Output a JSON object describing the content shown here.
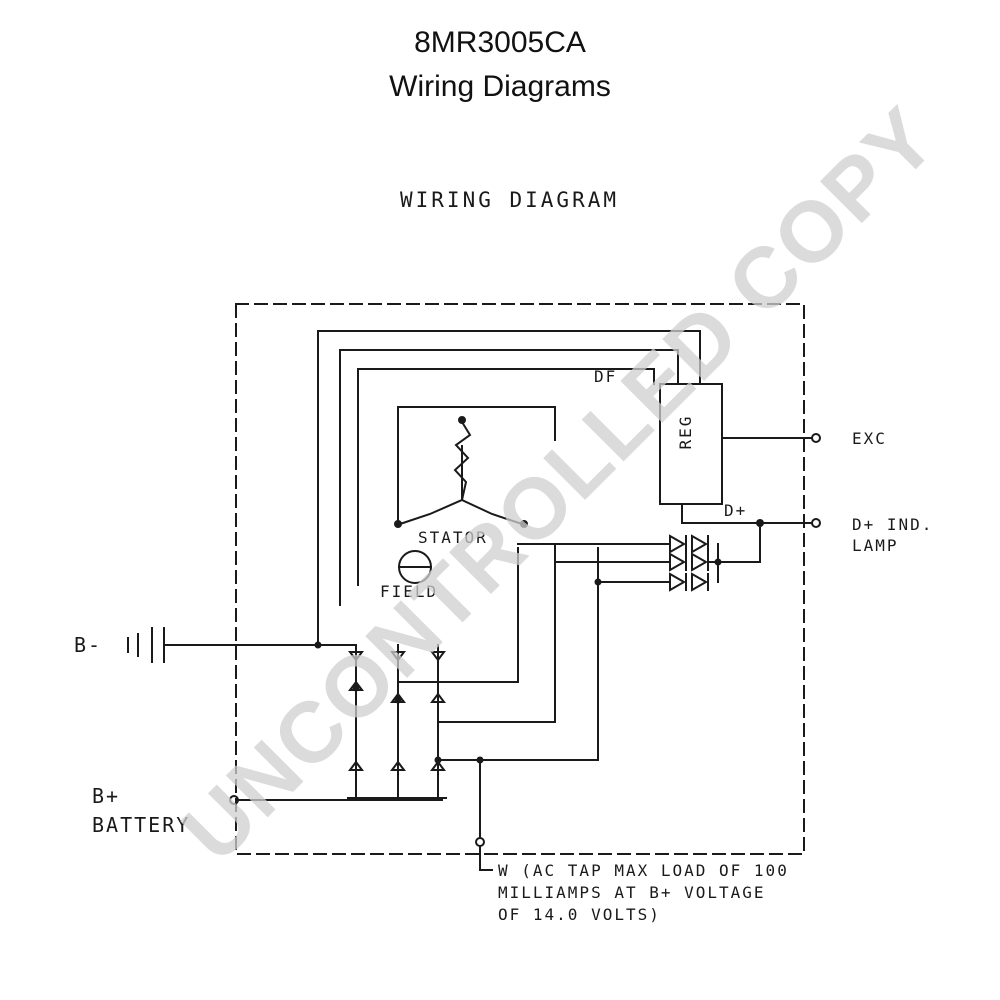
{
  "header": {
    "model": "8MR3005CA",
    "subtitle": "Wiring Diagrams"
  },
  "diagram": {
    "title": "WIRING DIAGRAM",
    "labels": {
      "df": "DF",
      "reg": "REG",
      "d_plus": "D+",
      "stator": "STATOR",
      "field": "FIELD",
      "exc": "EXC",
      "d_plus_ind": "D+ IND.",
      "lamp": "LAMP",
      "b_minus": "B-",
      "b_plus": "B+",
      "battery": "BATTERY",
      "w_note_1": "W (AC TAP MAX LOAD OF 100",
      "w_note_2": "MILLIAMPS AT B+ VOLTAGE",
      "w_note_3": "OF 14.0 VOLTS)"
    }
  },
  "watermark": {
    "text": "UNCONTROLLED COPY",
    "color": "#cfcfcf"
  },
  "colors": {
    "ink": "#1a1a1a",
    "background": "#ffffff"
  }
}
